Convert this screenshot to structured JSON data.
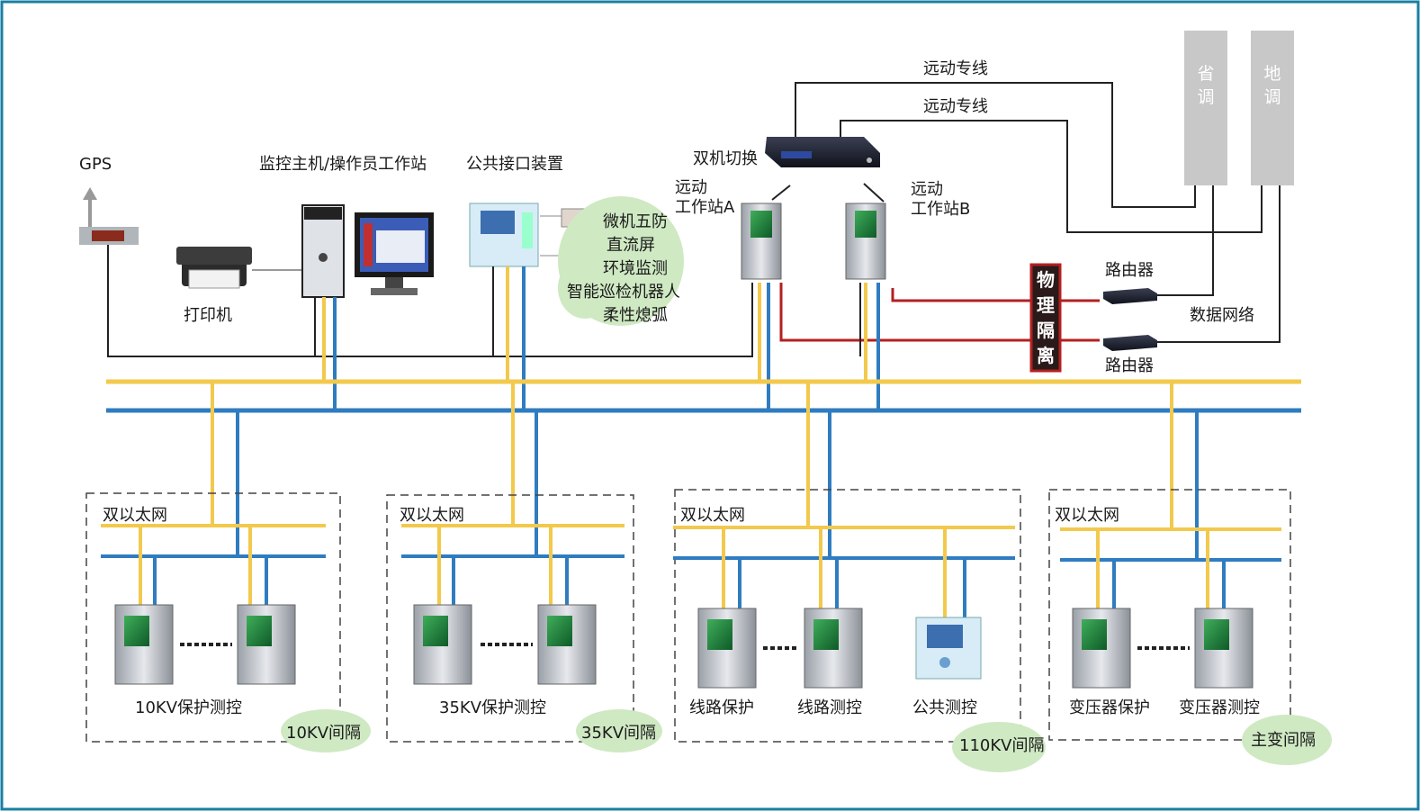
{
  "colors": {
    "frame": "#1a7fa3",
    "bus_yellow": "#f2c94c",
    "bus_blue": "#2f7cc0",
    "link_red": "#b32020",
    "cloud_green": "#cfe9c3",
    "dispatch_gray": "#c8c8c8",
    "isolation_dark": "#2a1a1a"
  },
  "top": {
    "gps": "GPS",
    "monitor_host": "监控主机/操作员工作站",
    "printer": "打印机",
    "public_interface": "公共接口装置",
    "interface_items": [
      "微机五防",
      "直流屏",
      "环境监测",
      "智能巡检机器人",
      "柔性熄弧"
    ],
    "dual_switch": "双机切换",
    "remote_a": [
      "远动",
      "工作站A"
    ],
    "remote_b": [
      "远动",
      "工作站B"
    ],
    "remote_line_1": "远动专线",
    "remote_line_2": "远动专线",
    "province_dispatch": [
      "省",
      "调"
    ],
    "local_dispatch": [
      "地",
      "调"
    ],
    "physical_isolation": [
      "物",
      "理",
      "隔",
      "离"
    ],
    "router_1": "路由器",
    "router_2": "路由器",
    "data_network": "数据网络"
  },
  "bays": [
    {
      "network": "双以太网",
      "devices": [
        "10KV保护测控"
      ],
      "tag": "10KV间隔"
    },
    {
      "network": "双以太网",
      "devices": [
        "35KV保护测控"
      ],
      "tag": "35KV间隔"
    },
    {
      "network": "双以太网",
      "devices": [
        "线路保护",
        "线路测控",
        "公共测控"
      ],
      "tag": "110KV间隔"
    },
    {
      "network": "双以太网",
      "devices": [
        "变压器保护",
        "变压器测控"
      ],
      "tag": "主变间隔"
    }
  ]
}
